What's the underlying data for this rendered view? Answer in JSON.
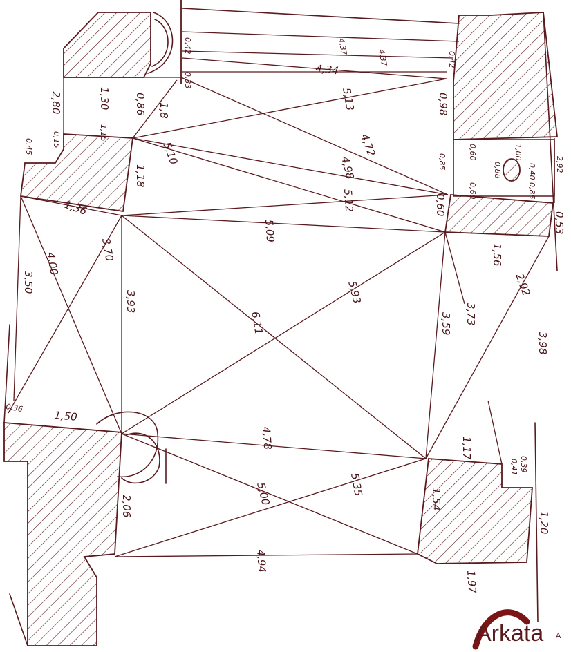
{
  "labels": {
    "top_arc_430": "4,37",
    "top_437": "4,37",
    "top_434": "4,34",
    "top_042_left": "0,42",
    "top_042_right": "0,42",
    "top_033": "0,33",
    "top_280": "2,80",
    "top_130": "1,30",
    "top_086": "0,86",
    "top_18": "1,8",
    "top_098": "0,98",
    "top_513": "5,13",
    "top_472": "4,72",
    "l_115": "1,15",
    "l_045": "0,45",
    "l_015": "0,15",
    "l_118": "1,18",
    "m_510": "5,10",
    "m_498": "4,98",
    "m_512": "5,12",
    "r_060a": "0,60",
    "r_085": "0,85",
    "r_100": "1,00",
    "r_088": "0,88",
    "r_040": "0,40",
    "r_085b": "0,85",
    "r_060b": "0,60",
    "r_292a": "2,92",
    "r_060c": "0,60",
    "r_053": "0,53",
    "l_136": "1,36",
    "m_509": "5,09",
    "r_156": "1,56",
    "l_370": "3,70",
    "l_400": "4,00",
    "l_350": "3,50",
    "l_393": "3,93",
    "m_593": "5,93",
    "m_611": "6,11",
    "r_359": "3,59",
    "r_373": "3,73",
    "r_292b": "2,92",
    "r_398": "3,98",
    "b_036": "0,36",
    "b_150": "1,50",
    "b_478": "4,78",
    "b_117": "1,17",
    "b_039": "0,39",
    "b_041": "0,41",
    "b_500": "5,00",
    "b_535": "5,35",
    "b_206": "2,06",
    "b_154": "1,54",
    "b_120": "1,20",
    "b_494": "4,94",
    "b_197": "1,97"
  },
  "logo": {
    "name": "Arkata",
    "mark": "A"
  }
}
